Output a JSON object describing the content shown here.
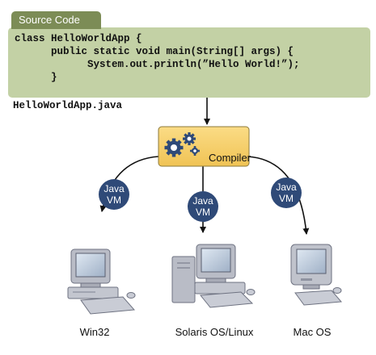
{
  "source": {
    "tab_label": "Source Code",
    "code_lines": [
      "class HelloWorldApp {",
      "      public static void main(String[] args) {",
      "            System.out.println(”Hello World!”);",
      "      }"
    ],
    "filename": "HelloWorldApp.java"
  },
  "compiler": {
    "label": "Compiler"
  },
  "vm_nodes": [
    {
      "line1": "Java",
      "line2": "VM"
    },
    {
      "line1": "Java",
      "line2": "VM"
    },
    {
      "line1": "Java",
      "line2": "VM"
    }
  ],
  "platforms": [
    {
      "label": "Win32"
    },
    {
      "label": "Solaris OS/Linux"
    },
    {
      "label": "Mac OS"
    }
  ],
  "colors": {
    "source_tab": "#7c8c56",
    "source_box": "#c3d1a5",
    "compiler_fill": "#f5cd6a",
    "vm_fill": "#2f4a78",
    "computer_body": "#b9bcc6"
  }
}
